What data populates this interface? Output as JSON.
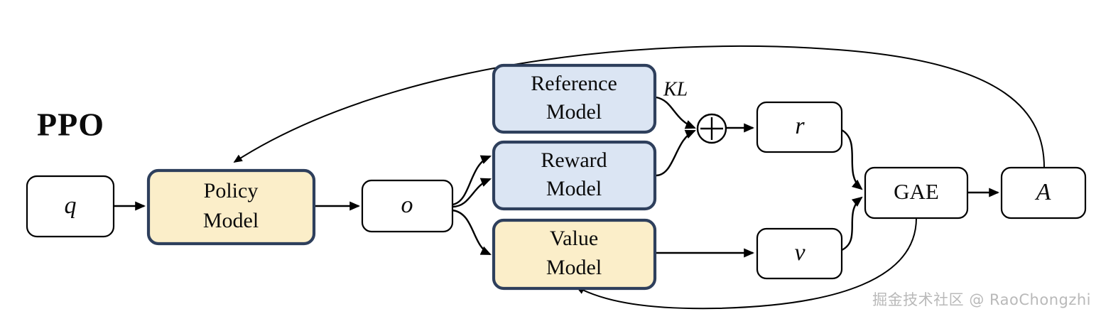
{
  "diagram": {
    "title": "PPO",
    "kl_label": "KL",
    "oplus_symbol": "⊕",
    "watermark": "掘金技术社区 @ RaoChongzhi",
    "colors": {
      "yellow_fill": "#fbeec9",
      "blue_fill": "#dbe5f3",
      "box_border_dark": "#2e3f5c",
      "plain_border": "#000000",
      "edge": "#000000",
      "watermark_gray": "#b9b9b9",
      "background": "#ffffff"
    },
    "nodes": {
      "q": "q",
      "policy_model": {
        "line1": "Policy",
        "line2": "Model"
      },
      "o": "o",
      "reference_model": {
        "line1": "Reference",
        "line2": "Model"
      },
      "reward_model": {
        "line1": "Reward",
        "line2": "Model"
      },
      "value_model": {
        "line1": "Value",
        "line2": "Model"
      },
      "r": "r",
      "v": "v",
      "gae": "GAE",
      "a": "A"
    }
  }
}
